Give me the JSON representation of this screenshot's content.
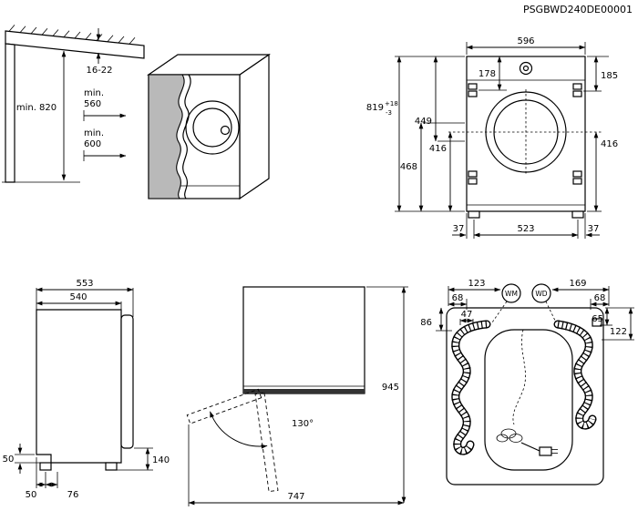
{
  "doc": {
    "part_number": "PSGBWD240DE00001"
  },
  "niche_view": {
    "min_height": "min. 820",
    "counter_thickness": "16-22",
    "min_width_line1": "min.",
    "min_width_line2": "560",
    "min_depth_line1": "min.",
    "min_depth_line2": "600"
  },
  "front_view": {
    "width": "596",
    "top_left_offset": "178",
    "top_right_offset": "185",
    "height": "819",
    "height_tol_plus": "+18",
    "height_tol_minus": "-3",
    "dim_449": "449",
    "dim_416_left": "416",
    "dim_468": "468",
    "dim_416_right": "416",
    "feet_span": "523",
    "foot_offset_left": "37",
    "foot_offset_right": "37"
  },
  "side_view": {
    "depth_with_door": "553",
    "depth_body": "540",
    "plinth_height": "50",
    "foot_offset_rear": "50",
    "foot_offset_front": "76",
    "door_bottom_clearance": "140"
  },
  "door_view": {
    "open_angle": "130°",
    "total_height": "945",
    "depth_door_open": "747"
  },
  "rear_view": {
    "dim_123": "123",
    "dim_169": "169",
    "dim_68_left": "68",
    "dim_68_right": "68",
    "wm": "WM",
    "wd": "WD",
    "dim_86": "86",
    "dim_47": "47",
    "dim_65": "65",
    "dim_122": "122"
  }
}
